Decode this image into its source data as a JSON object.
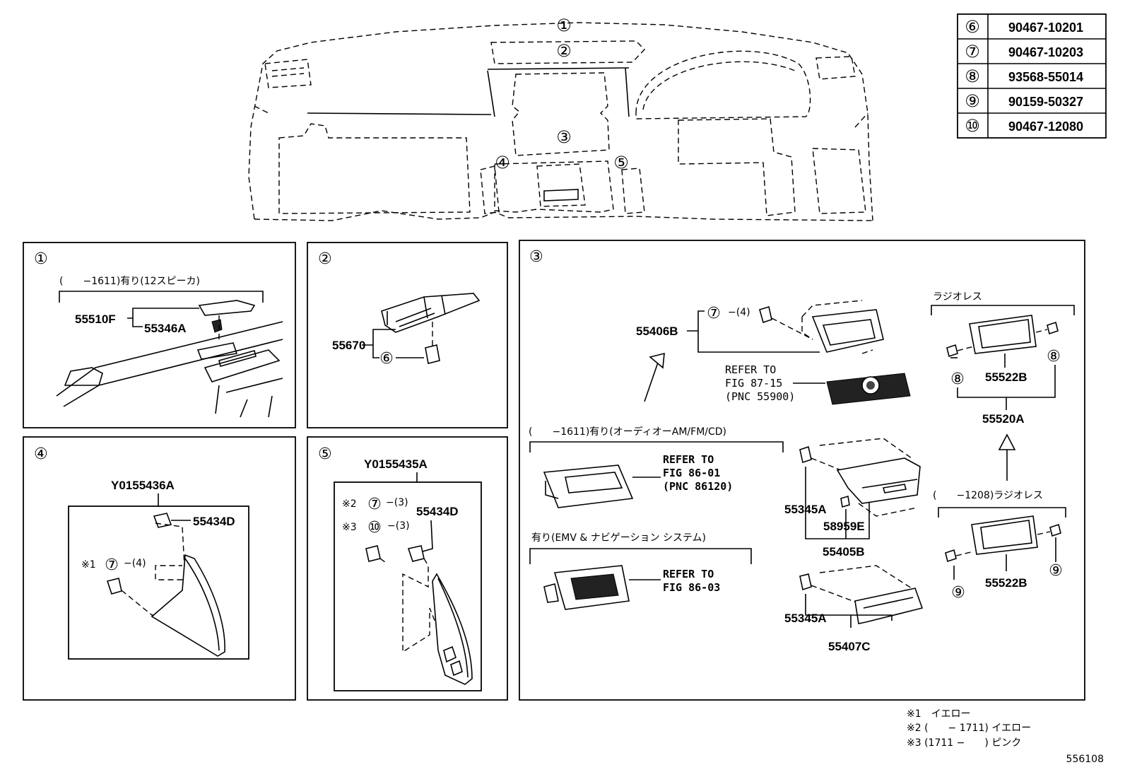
{
  "hardware_table": [
    {
      "ref": "⑥",
      "part": "90467-10201"
    },
    {
      "ref": "⑦",
      "part": "90467-10203"
    },
    {
      "ref": "⑧",
      "part": "93568-55014"
    },
    {
      "ref": "⑨",
      "part": "90159-50327"
    },
    {
      "ref": "⑩",
      "part": "90467-12080"
    }
  ],
  "overview_callouts": [
    "①",
    "②",
    "③",
    "④",
    "⑤"
  ],
  "panel1": {
    "num": "①",
    "condition": "(　　−1611)有り(12スピーカ)",
    "part_a": "55510F",
    "part_b": "55346A"
  },
  "panel2": {
    "num": "②",
    "part": "55670",
    "screw": "⑥"
  },
  "panel3": {
    "num": "③",
    "p55406b": "55406B",
    "clip": "⑦",
    "clip_qty": "−(4)",
    "refer1": [
      "REFER TO",
      "FIG 87-15",
      "(PNC 55900)"
    ],
    "radioless": "ラジオレス",
    "p55522b": "55522B",
    "screw8": "⑧",
    "p55520a": "55520A",
    "audio_condition": "(　　−1611)有り(オーディオーAM/FM/CD)",
    "refer2": [
      "REFER TO",
      "FIG 86-01",
      "(PNC 86120)"
    ],
    "nav_condition": "有り(EMV & ナビゲーション システム)",
    "refer3": [
      "REFER TO",
      "FIG 86-03"
    ],
    "p55345a": "55345A",
    "p58959e": "58959E",
    "p55405b": "55405B",
    "p55407c": "55407C",
    "radioless2": "(　　−1208)ラジオレス",
    "screw9": "⑨"
  },
  "panel4": {
    "num": "④",
    "assy": "Y0155436A",
    "part": "55434D",
    "note": "※1",
    "clip": "⑦",
    "qty": "−(4)"
  },
  "panel5": {
    "num": "⑤",
    "assy": "Y0155435A",
    "part": "55434D",
    "note2": "※2",
    "clip7": "⑦",
    "qty7": "−(3)",
    "note3": "※3",
    "clip10": "⑩",
    "qty10": "−(3)"
  },
  "notes": [
    "※1　イエロー",
    "※2 (　　− 1711) イエロー",
    "※3 (1711 −　　) ピンク"
  ],
  "diagram_number": "556108"
}
